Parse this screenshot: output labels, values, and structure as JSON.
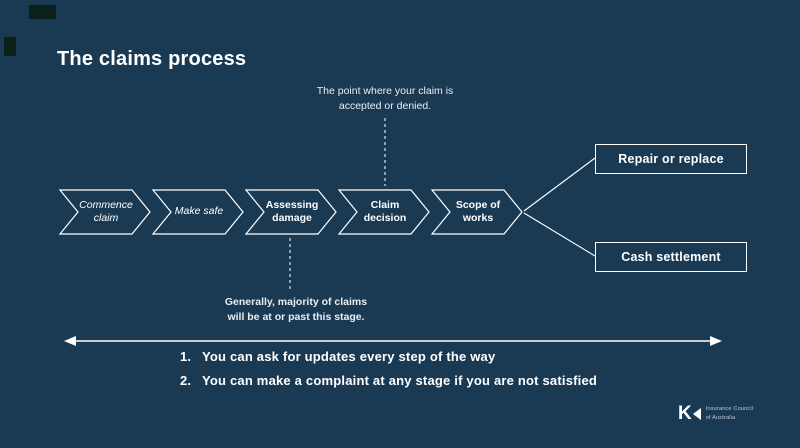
{
  "slide": {
    "title": "The claims process",
    "bg_color": "#1a3a54",
    "accent_color": "#ffffff"
  },
  "process": {
    "steps": [
      {
        "label": "Commence claim",
        "style": "italic"
      },
      {
        "label": "Make safe",
        "style": "italic"
      },
      {
        "label": "Assessing damage",
        "style": "bold"
      },
      {
        "label": "Claim decision",
        "style": "bold"
      },
      {
        "label": "Scope of works",
        "style": "bold"
      }
    ],
    "outcomes": [
      {
        "label": "Repair or replace"
      },
      {
        "label": "Cash settlement"
      }
    ]
  },
  "annotations": {
    "claim_decision_note": "The point where your claim is accepted or denied.",
    "assessing_damage_note": "Generally, majority of claims will be at or past this stage."
  },
  "notes": [
    {
      "number": "1.",
      "text": "You can ask for updates every step of the way"
    },
    {
      "number": "2.",
      "text": "You can make a complaint at any stage if you are not satisfied"
    }
  ],
  "logo": {
    "mark": "K",
    "line1": "Insurance Council",
    "line2": "of Australia"
  }
}
